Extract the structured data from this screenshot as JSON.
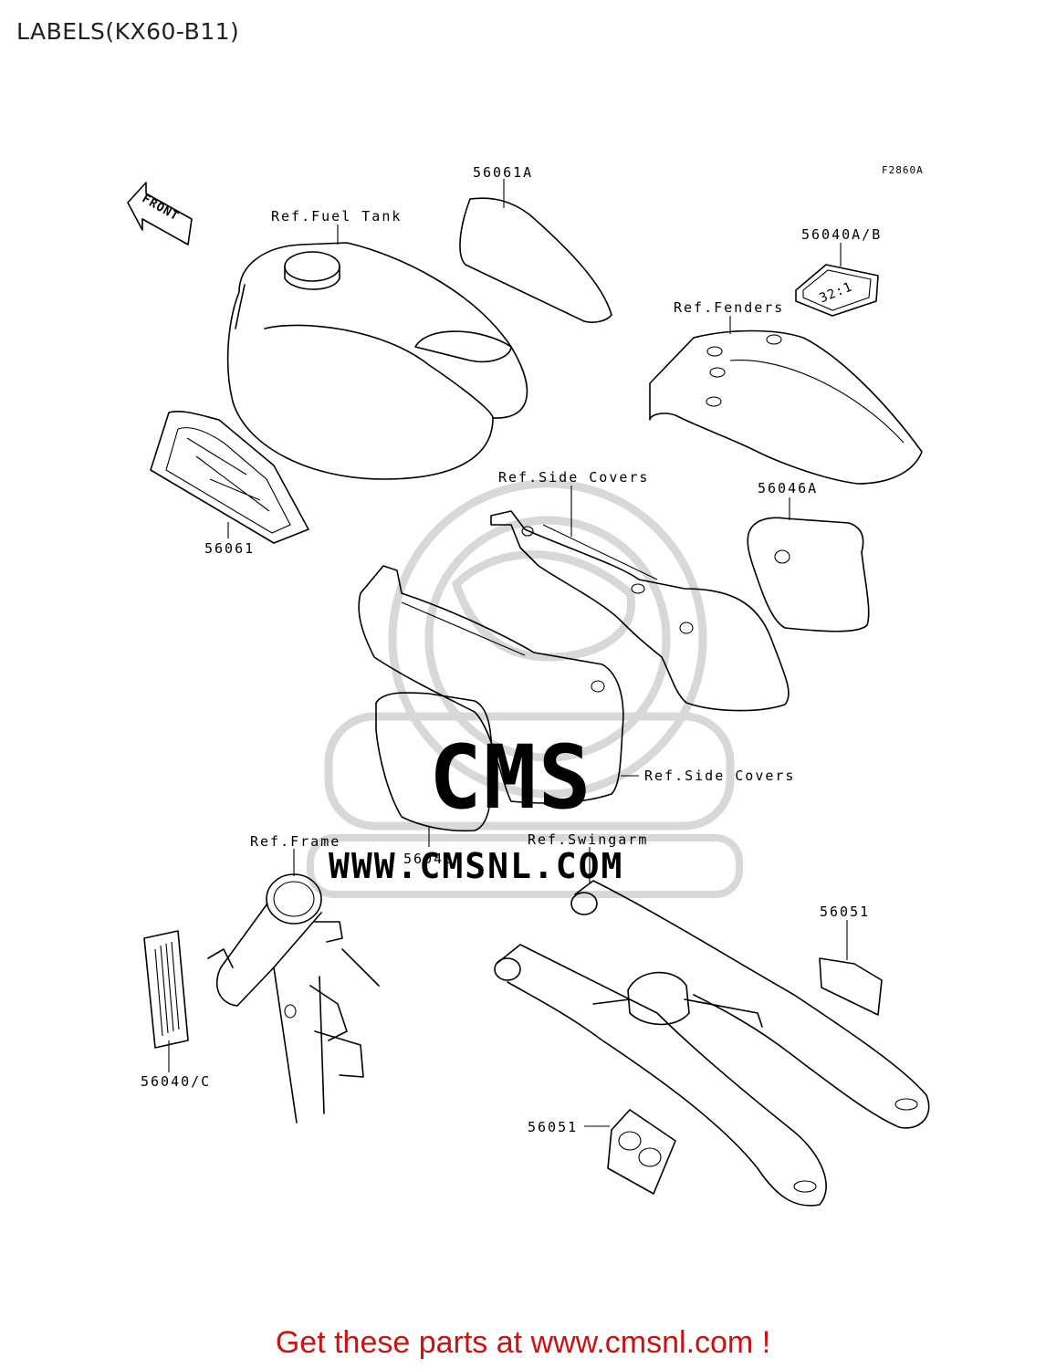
{
  "page": {
    "title": "LABELS(KX60-B11)",
    "footer": "Get these parts at www.cmsnl.com !"
  },
  "diagram": {
    "figure_code": "F2860A",
    "front_arrow": "FRONT",
    "watermark": {
      "brand": "CMS",
      "url": "WWW.CMSNL.COM"
    },
    "fender_decal_text": "32:1",
    "callouts": {
      "fuel_tank": "Ref.Fuel Tank",
      "p56061A": "56061A",
      "p56040AB": "56040A/B",
      "fenders": "Ref.Fenders",
      "side_covers_top": "Ref.Side Covers",
      "p56046A": "56046A",
      "p56061": "56061",
      "side_covers_bottom": "Ref.Side Covers",
      "frame": "Ref.Frame",
      "p56046": "56046",
      "swingarm": "Ref.Swingarm",
      "p56051_top": "56051",
      "p56040C": "56040/C",
      "p56051_bottom": "56051"
    }
  }
}
